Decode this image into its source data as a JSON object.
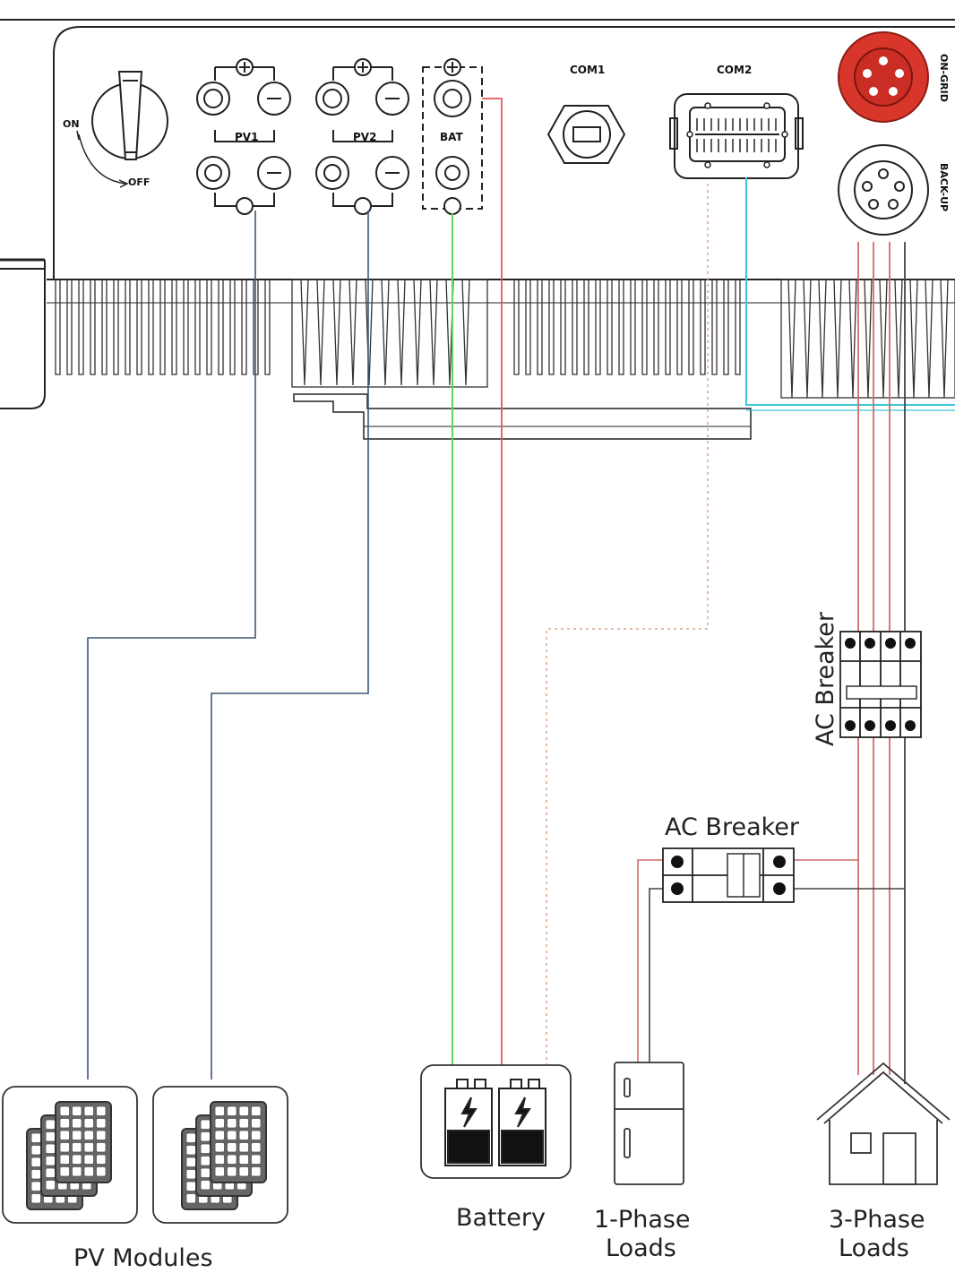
{
  "switch": {
    "on": "ON",
    "off": "OFF"
  },
  "terminals": {
    "pv1": "PV1",
    "pv2": "PV2",
    "bat": "BAT",
    "com1": "COM1",
    "com2": "COM2",
    "on_grid": "ON-GRID",
    "back_up": "BACK-UP",
    "plus": "⊕"
  },
  "labels": {
    "ac_breaker_vertical": "AC Breaker",
    "ac_breaker_horizontal": "AC Breaker",
    "battery": "Battery",
    "one_phase_line1": "1-Phase",
    "one_phase_line2": "Loads",
    "three_phase_line1": "3-Phase",
    "three_phase_line2": "Loads",
    "pv_modules": "PV Modules"
  },
  "colors": {
    "line": "#222222",
    "pv_wire": "#3f5877",
    "battery_plus": "#e05a5a",
    "battery_minus": "#5fd45f",
    "comm_wire": "#d9a58a",
    "ct_wire": "#3cc6d8",
    "grid_red": "#d9362b",
    "ac_red": "#d66a6a",
    "ac_neutral": "#444444"
  }
}
